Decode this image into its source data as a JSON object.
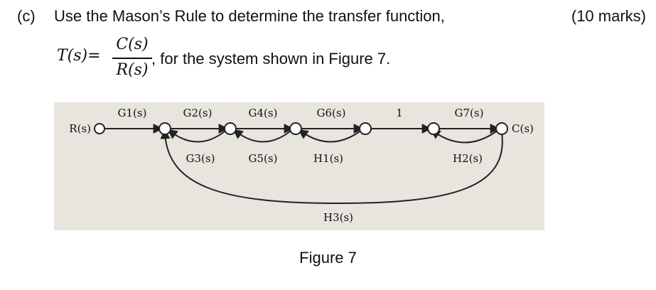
{
  "question": {
    "label": "(c)",
    "text": "Use the Mason’s Rule to determine the transfer function,",
    "marks": "(10 marks)",
    "formula_lhs": "T(s)=",
    "formula_num": "C(s)",
    "formula_den": "R(s)",
    "formula_after": ", for the system shown in Figure 7."
  },
  "diagram": {
    "input": "R(s)",
    "output": "C(s)",
    "forward": [
      "G1(s)",
      "G2(s)",
      "G4(s)",
      "G6(s)",
      "1",
      "G7(s)"
    ],
    "feedback": [
      "G3(s)",
      "G5(s)",
      "H1(s)",
      "H2(s)",
      "H3(s)"
    ]
  },
  "caption": "Figure 7"
}
